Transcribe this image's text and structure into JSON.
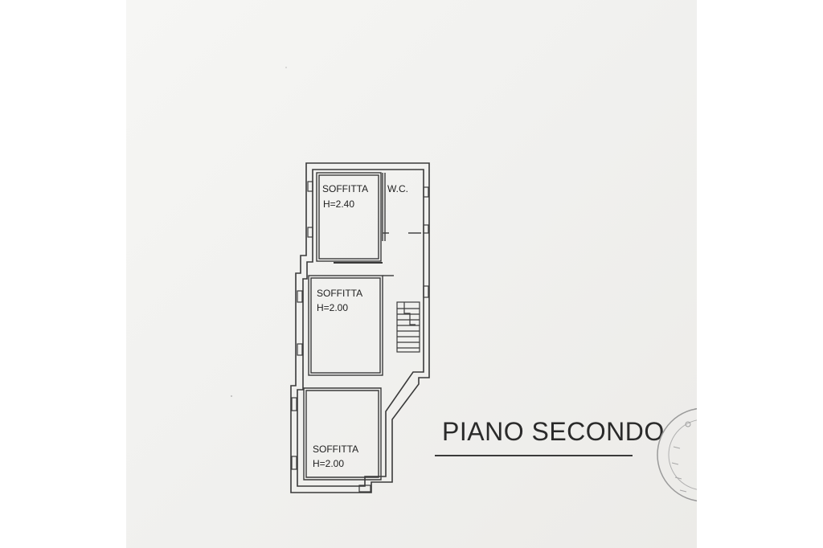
{
  "plan": {
    "title": "PIANO SECONDO",
    "rooms": [
      {
        "name": "SOFFITTA",
        "height": "H=2.40"
      },
      {
        "name": "W.C."
      },
      {
        "name": "SOFFITTA",
        "height": "H=2.00"
      },
      {
        "name": "SOFFITTA",
        "height": "H=2.00"
      }
    ]
  },
  "colors": {
    "paper": "#f1f1ef",
    "wall": "#3a3a3a",
    "text": "#1f1f1f"
  }
}
